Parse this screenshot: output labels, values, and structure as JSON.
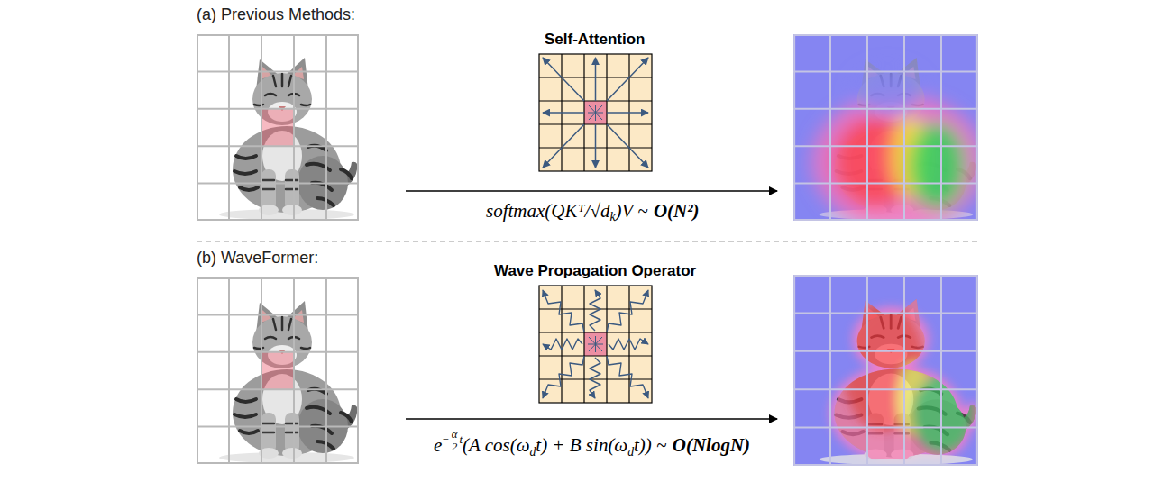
{
  "diagram": {
    "labels": [
      "(a) Previous Methods:",
      "Self-Attention",
      "softmax(QKᵀ/√d",
      "k",
      ")V ~",
      "O(N²)",
      "(b) WaveFormer:",
      "Wave Propagation Operator",
      "e",
      "−",
      "α",
      "2",
      "t",
      "(A cos(ω",
      "d",
      "t) + B sin(ω",
      "d",
      "t)) ~",
      "O(NlogN)"
    ]
  }
}
